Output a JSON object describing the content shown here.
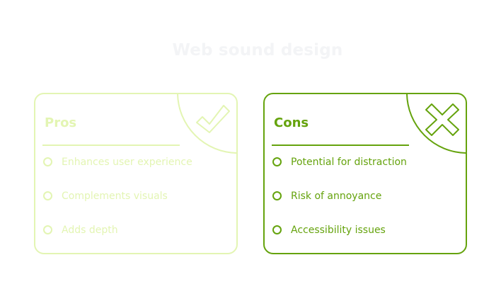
{
  "title": "Web sound design",
  "colors": {
    "title": "#f3f4f6",
    "pros_accent": "#e3f5b3",
    "cons_accent": "#65a30d",
    "background": "#ffffff"
  },
  "pros": {
    "heading": "Pros",
    "icon": "check-icon",
    "items": [
      "Enhances user experience",
      "Complements visuals",
      "Adds depth"
    ]
  },
  "cons": {
    "heading": "Cons",
    "icon": "cross-icon",
    "items": [
      "Potential for distraction",
      "Risk of annoyance",
      "Accessibility issues"
    ]
  }
}
